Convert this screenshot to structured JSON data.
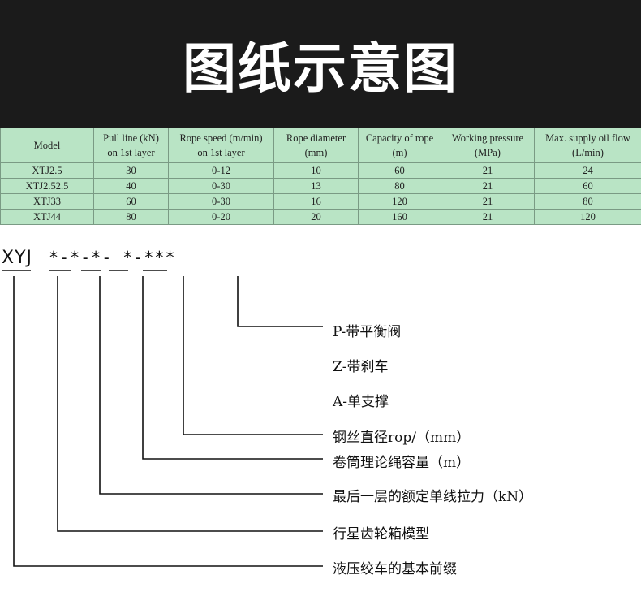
{
  "banner": {
    "title": "图纸示意图"
  },
  "table": {
    "headers": [
      {
        "line1": "Model",
        "line2": ""
      },
      {
        "line1": "Pull line (kN)",
        "line2": "on 1st layer"
      },
      {
        "line1": "Rope speed (m/min)",
        "line2": "on 1st layer"
      },
      {
        "line1": "Rope diameter",
        "line2": "(mm)"
      },
      {
        "line1": "Capacity of rope",
        "line2": "(m)"
      },
      {
        "line1": "Working pressure",
        "line2": "(MPa)"
      },
      {
        "line1": "Max. supply oil flow",
        "line2": "(L/min)"
      }
    ],
    "rows": [
      [
        "XTJ2.5",
        "30",
        "0-12",
        "10",
        "60",
        "21",
        "24"
      ],
      [
        "XTJ2.52.5",
        "40",
        "0-30",
        "13",
        "80",
        "21",
        "60"
      ],
      [
        "XTJ33",
        "60",
        "0-30",
        "16",
        "120",
        "21",
        "80"
      ],
      [
        "XTJ44",
        "80",
        "0-20",
        "20",
        "160",
        "21",
        "120"
      ]
    ],
    "colors": {
      "cell_bg": "#b9e4c5",
      "border": "#7a9a84"
    }
  },
  "code": {
    "prefix": "XYJ",
    "pattern": "*-*-*- *-***"
  },
  "legend": {
    "p_option": "P-带平衡阀",
    "z_option": "Z-带刹车",
    "a_option": "A-单支撑",
    "rope_diameter": "钢丝直径rop/（mm）",
    "drum_capacity": "卷筒理论绳容量（m）",
    "last_layer_pull": "最后一层的额定单线拉力（kN）",
    "gearbox_model": "行星齿轮箱模型",
    "basic_prefix": "液压绞车的基本前缀"
  }
}
